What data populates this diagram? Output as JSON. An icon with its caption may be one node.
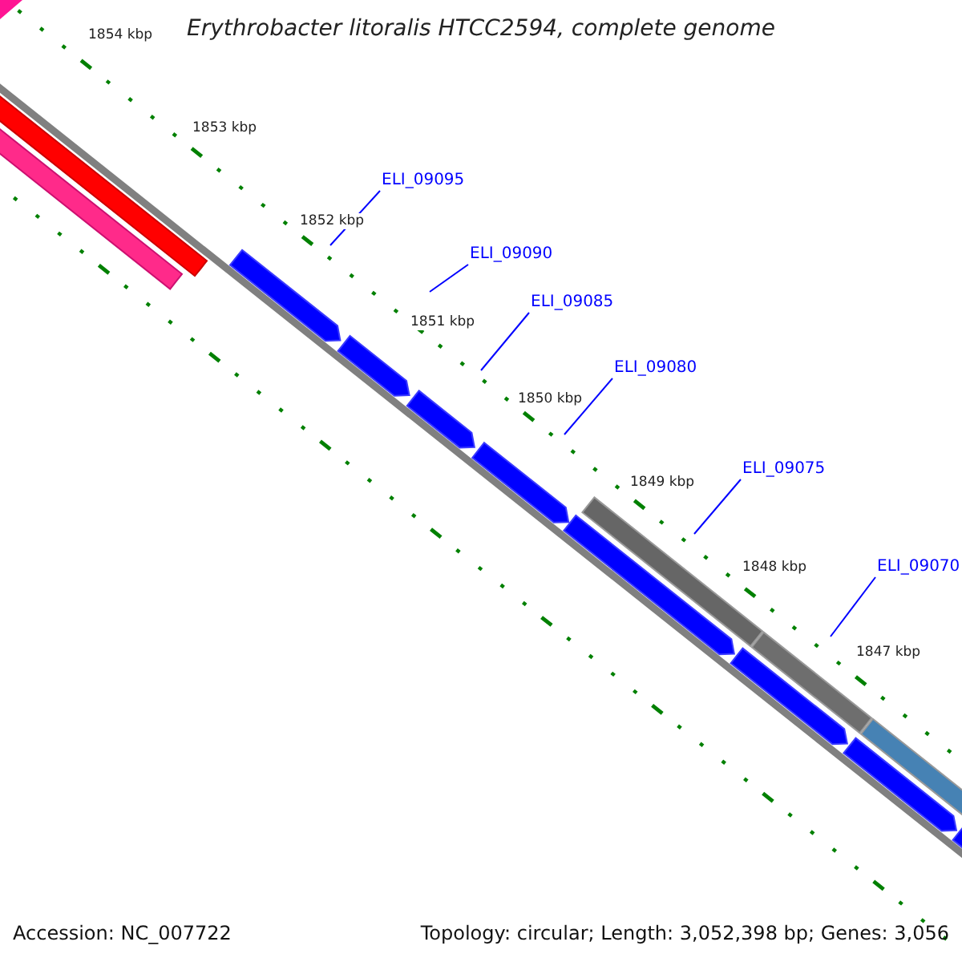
{
  "diagram": {
    "title": "Erythrobacter litoralis HTCC2594, complete genome",
    "nodes": [
      {
        "text": [
          "ELI_09095"
        ]
      },
      {
        "text": [
          "ELI_09090"
        ]
      },
      {
        "text": [
          "ELI_09085"
        ]
      },
      {
        "text": [
          "ELI_09080"
        ]
      },
      {
        "text": [
          "ELI_09075"
        ]
      },
      {
        "text": [
          "ELI_09070"
        ]
      }
    ],
    "edges": [
      {
        "from": 0,
        "to": null,
        "arrow": "none"
      },
      {
        "from": 1,
        "to": null,
        "arrow": "none"
      },
      {
        "from": 2,
        "to": null,
        "arrow": "none"
      },
      {
        "from": 3,
        "to": null,
        "arrow": "none"
      },
      {
        "from": 4,
        "to": null,
        "arrow": "none"
      },
      {
        "from": 5,
        "to": null,
        "arrow": "none"
      }
    ],
    "labels": [
      "1854 kbp",
      "1853 kbp",
      "1852 kbp",
      "1851 kbp",
      "1850 kbp",
      "1849 kbp",
      "1848 kbp",
      "1847 kbp",
      "Accession: NC_007722",
      "Topology: circular; Length: 3,052,398 bp; Genes: 3,056"
    ]
  }
}
